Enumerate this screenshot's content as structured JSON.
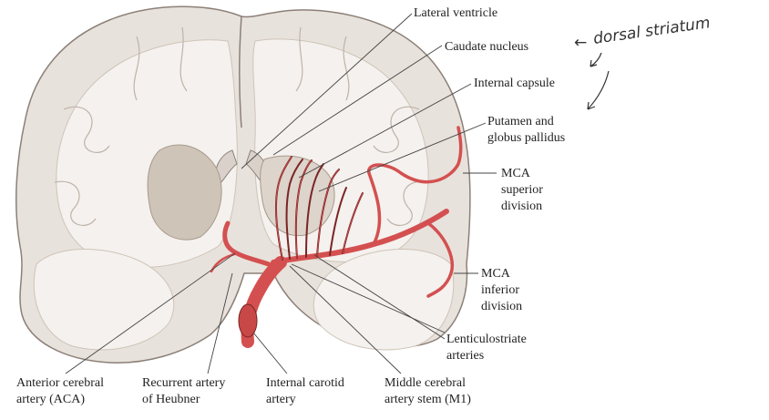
{
  "diagram": {
    "labels": {
      "lateral_ventricle": "Lateral ventricle",
      "caudate_nucleus": "Caudate nucleus",
      "internal_capsule": "Internal capsule",
      "putamen_line1": "Putamen and",
      "putamen_line2": "globus pallidus",
      "mca_sup_line1": "MCA",
      "mca_sup_line2": "superior",
      "mca_sup_line3": "division",
      "mca_inf_line1": "MCA",
      "mca_inf_line2": "inferior",
      "mca_inf_line3": "division",
      "lenticulo_line1": "Lenticulostriate",
      "lenticulo_line2": "arteries",
      "aca_line1": "Anterior cerebral",
      "aca_line2": "artery (ACA)",
      "heubner_line1": "Recurrent artery",
      "heubner_line2": "of Heubner",
      "ica_line1": "Internal carotid",
      "ica_line2": "artery",
      "m1_line1": "Middle cerebral",
      "m1_line2": "artery stem (M1)"
    },
    "annotation": {
      "text": "dorsal striatum",
      "arrow_glyph": "←"
    },
    "colors": {
      "brain_fill": "#e8e2dc",
      "white_matter": "#f4f1ee",
      "gray_matter": "#d9d1ca",
      "deep_nuclei": "#cfc4b8",
      "artery": "#d45050",
      "artery_dark": "#7a2424",
      "leader": "#444444"
    }
  }
}
